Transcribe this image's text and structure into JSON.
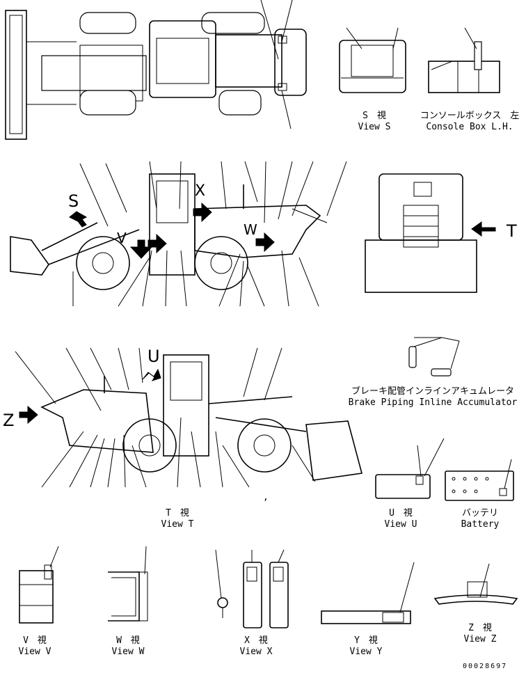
{
  "views": {
    "s": {
      "jp": "S　視",
      "en": "View S"
    },
    "console": {
      "jp": "コンソールボックス　左",
      "en": "Console Box L.H."
    },
    "brake": {
      "jp": "ブレーキ配管インラインアキュムレータ",
      "en": "Brake Piping Inline Accumulator"
    },
    "t": {
      "jp": "T　視",
      "en": "View T"
    },
    "u": {
      "jp": "U　視",
      "en": "View U"
    },
    "battery": {
      "jp": "バッテリ",
      "en": "Battery"
    },
    "v": {
      "jp": "V　視",
      "en": "View V"
    },
    "w": {
      "jp": "W　視",
      "en": "View W"
    },
    "x": {
      "jp": "X　視",
      "en": "View X"
    },
    "y": {
      "jp": "Y　視",
      "en": "View Y"
    },
    "z": {
      "jp": "Z　視",
      "en": "View Z"
    }
  },
  "markers": {
    "s": "S",
    "t": "T",
    "u": "U",
    "v": "V",
    "w": "W",
    "x": "X",
    "z": "Z"
  },
  "stray_mark": ",",
  "part_number": "00028697"
}
